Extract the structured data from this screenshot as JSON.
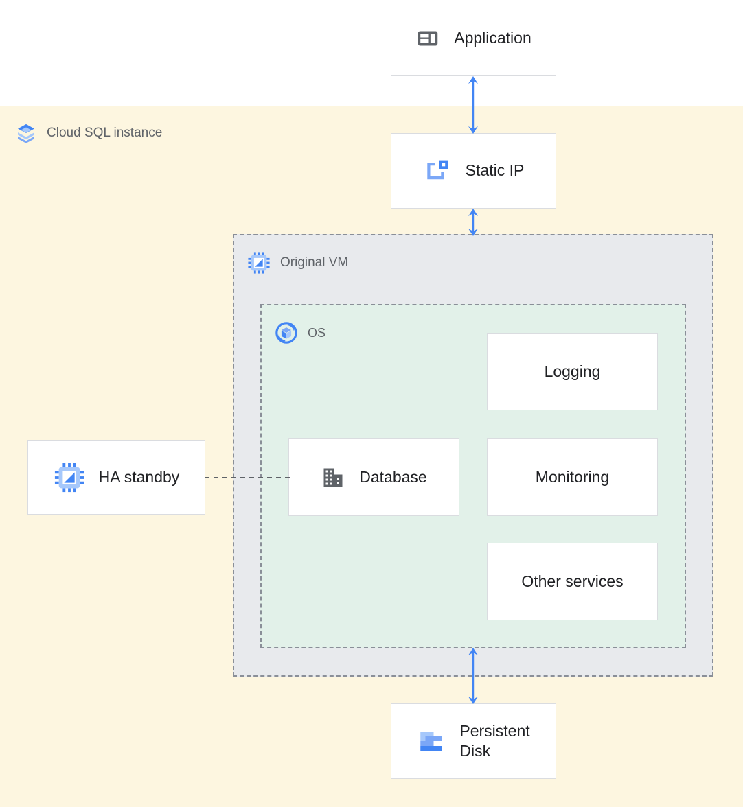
{
  "diagram": {
    "title": "Cloud SQL instance architecture",
    "colors": {
      "cloudsql_region_bg": "#fdf6e0",
      "vm_region_bg": "#e8eaed",
      "os_region_bg": "#e2f1e9",
      "node_bg": "#ffffff",
      "node_border": "#dadce0",
      "dashed_border": "#8a8f98",
      "arrow_blue": "#4285f4",
      "icon_blue_dark": "#4285f4",
      "icon_blue_light": "#a6c8fb",
      "icon_grey": "#5f6368",
      "label_text": "#5f6368",
      "node_text": "#202124"
    }
  },
  "regions": {
    "cloudsql": {
      "label": "Cloud SQL instance",
      "icon": "cloud-sql-icon"
    },
    "vm": {
      "label": "Original VM",
      "icon": "vm-chip-icon"
    },
    "os": {
      "label": "OS",
      "icon": "os-icon"
    }
  },
  "nodes": {
    "application": {
      "label": "Application",
      "icon": "application-icon"
    },
    "static_ip": {
      "label": "Static IP",
      "icon": "static-ip-icon"
    },
    "logging": {
      "label": "Logging",
      "icon": null
    },
    "monitoring": {
      "label": "Monitoring",
      "icon": null
    },
    "other_services": {
      "label": "Other services",
      "icon": null
    },
    "database": {
      "label": "Database",
      "icon": "database-building-icon"
    },
    "ha_standby": {
      "label": "HA standby",
      "icon": "ha-standby-chip-icon"
    },
    "persistent_disk": {
      "label": "Persistent\nDisk",
      "icon": "persistent-disk-icon"
    }
  },
  "connectors": {
    "app_to_static_ip": {
      "style": "solid",
      "arrows": "both",
      "color": "#4285f4"
    },
    "static_ip_to_vm": {
      "style": "solid",
      "arrows": "both",
      "color": "#4285f4"
    },
    "os_to_persistent_disk": {
      "style": "solid",
      "arrows": "both",
      "color": "#4285f4"
    },
    "ha_standby_to_database": {
      "style": "dashed",
      "arrows": "none",
      "color": "#5f6368"
    }
  }
}
